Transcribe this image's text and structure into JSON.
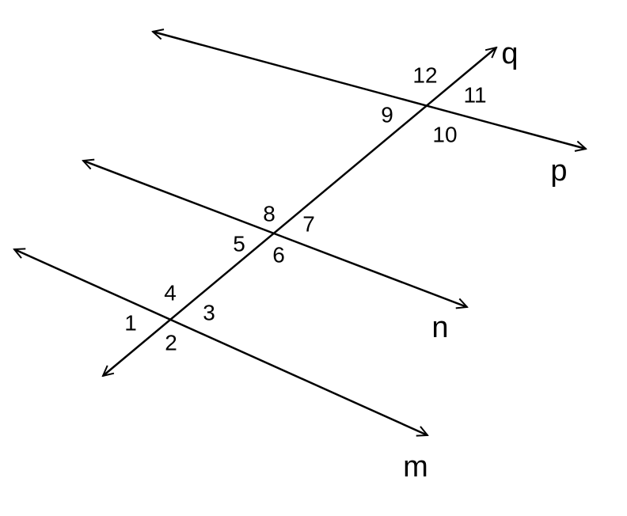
{
  "lines": {
    "p": "p",
    "n": "n",
    "m": "m",
    "q": "q"
  },
  "angles": {
    "a1": "1",
    "a2": "2",
    "a3": "3",
    "a4": "4",
    "a5": "5",
    "a6": "6",
    "a7": "7",
    "a8": "8",
    "a9": "9",
    "a10": "10",
    "a11": "11",
    "a12": "12"
  }
}
